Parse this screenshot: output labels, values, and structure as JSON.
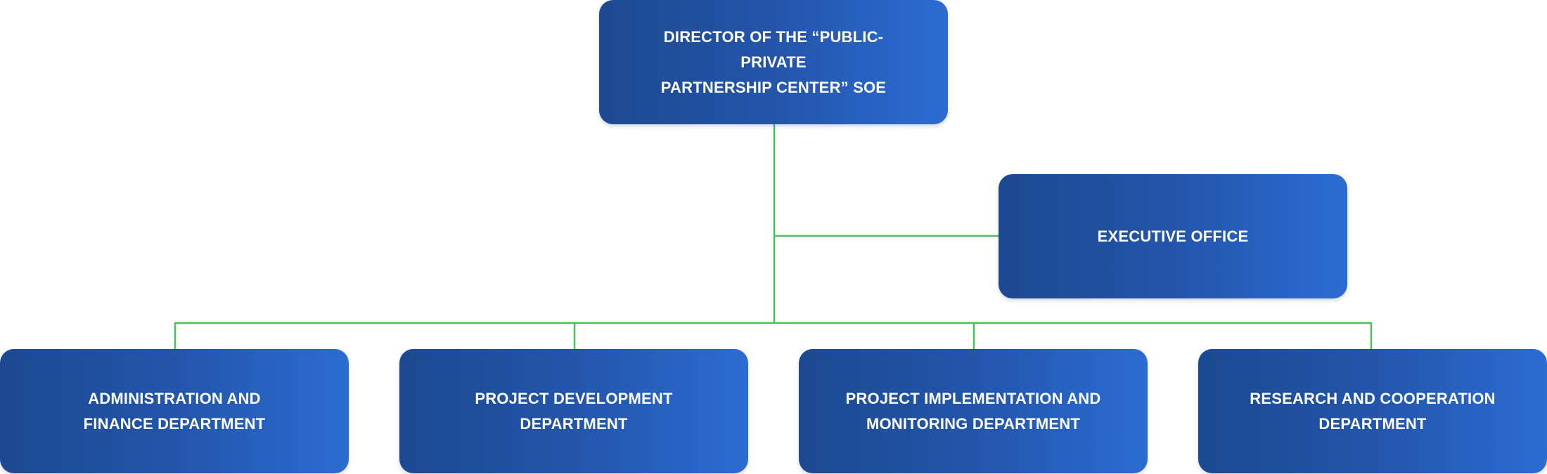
{
  "colors": {
    "box_gradient_start": "#1c4990",
    "box_gradient_end": "#2b6cd3",
    "connector": "#4cbe5a",
    "text": "#ffffff"
  },
  "nodes": {
    "director": "DIRECTOR OF THE “PUBLIC-PRIVATE\nPARTNERSHIP CENTER” SOE",
    "executive_office": "EXECUTIVE OFFICE",
    "admin_finance": "ADMINISTRATION AND\nFINANCE DEPARTMENT",
    "project_development": "PROJECT DEVELOPMENT\nDEPARTMENT",
    "project_implementation": "PROJECT IMPLEMENTATION AND\nMONITORING DEPARTMENT",
    "research_cooperation": "RESEARCH AND COOPERATION\nDEPARTMENT"
  },
  "edges": [
    {
      "from": "director",
      "to": "executive_office"
    },
    {
      "from": "director",
      "to": "admin_finance"
    },
    {
      "from": "director",
      "to": "project_development"
    },
    {
      "from": "director",
      "to": "project_implementation"
    },
    {
      "from": "director",
      "to": "research_cooperation"
    }
  ]
}
